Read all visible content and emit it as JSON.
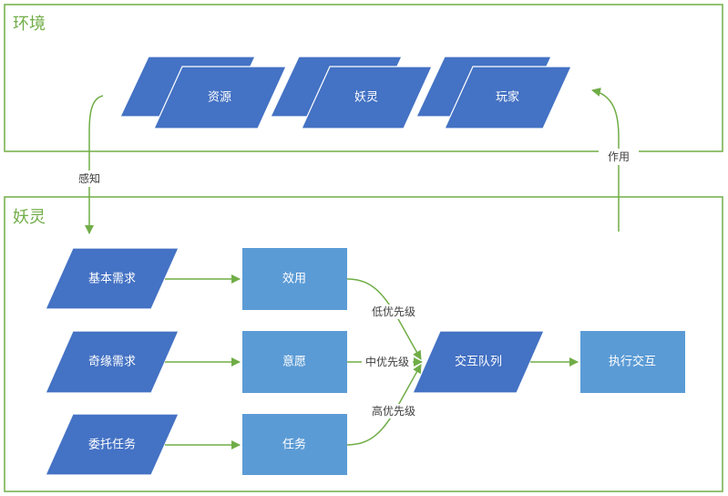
{
  "groups": {
    "environment": "环境",
    "spirit": "妖灵"
  },
  "nodes": {
    "resources": "资源",
    "spirit": "妖灵",
    "player": "玩家",
    "basic_needs": "基本需求",
    "chance_needs": "奇缘需求",
    "delegated_tasks": "委托任务",
    "utility": "效用",
    "willingness": "意愿",
    "task": "任务",
    "interaction_queue": "交互队列",
    "execute_interaction": "执行交互"
  },
  "edges": {
    "perceive": "感知",
    "act": "作用",
    "low_priority": "低优先级",
    "mid_priority": "中优先级",
    "high_priority": "高优先级"
  },
  "colors": {
    "group_border": "#70ad47",
    "parallelogram_fill": "#4472c4",
    "rectangle_fill": "#5b9bd5",
    "connector": "#70ad47"
  }
}
